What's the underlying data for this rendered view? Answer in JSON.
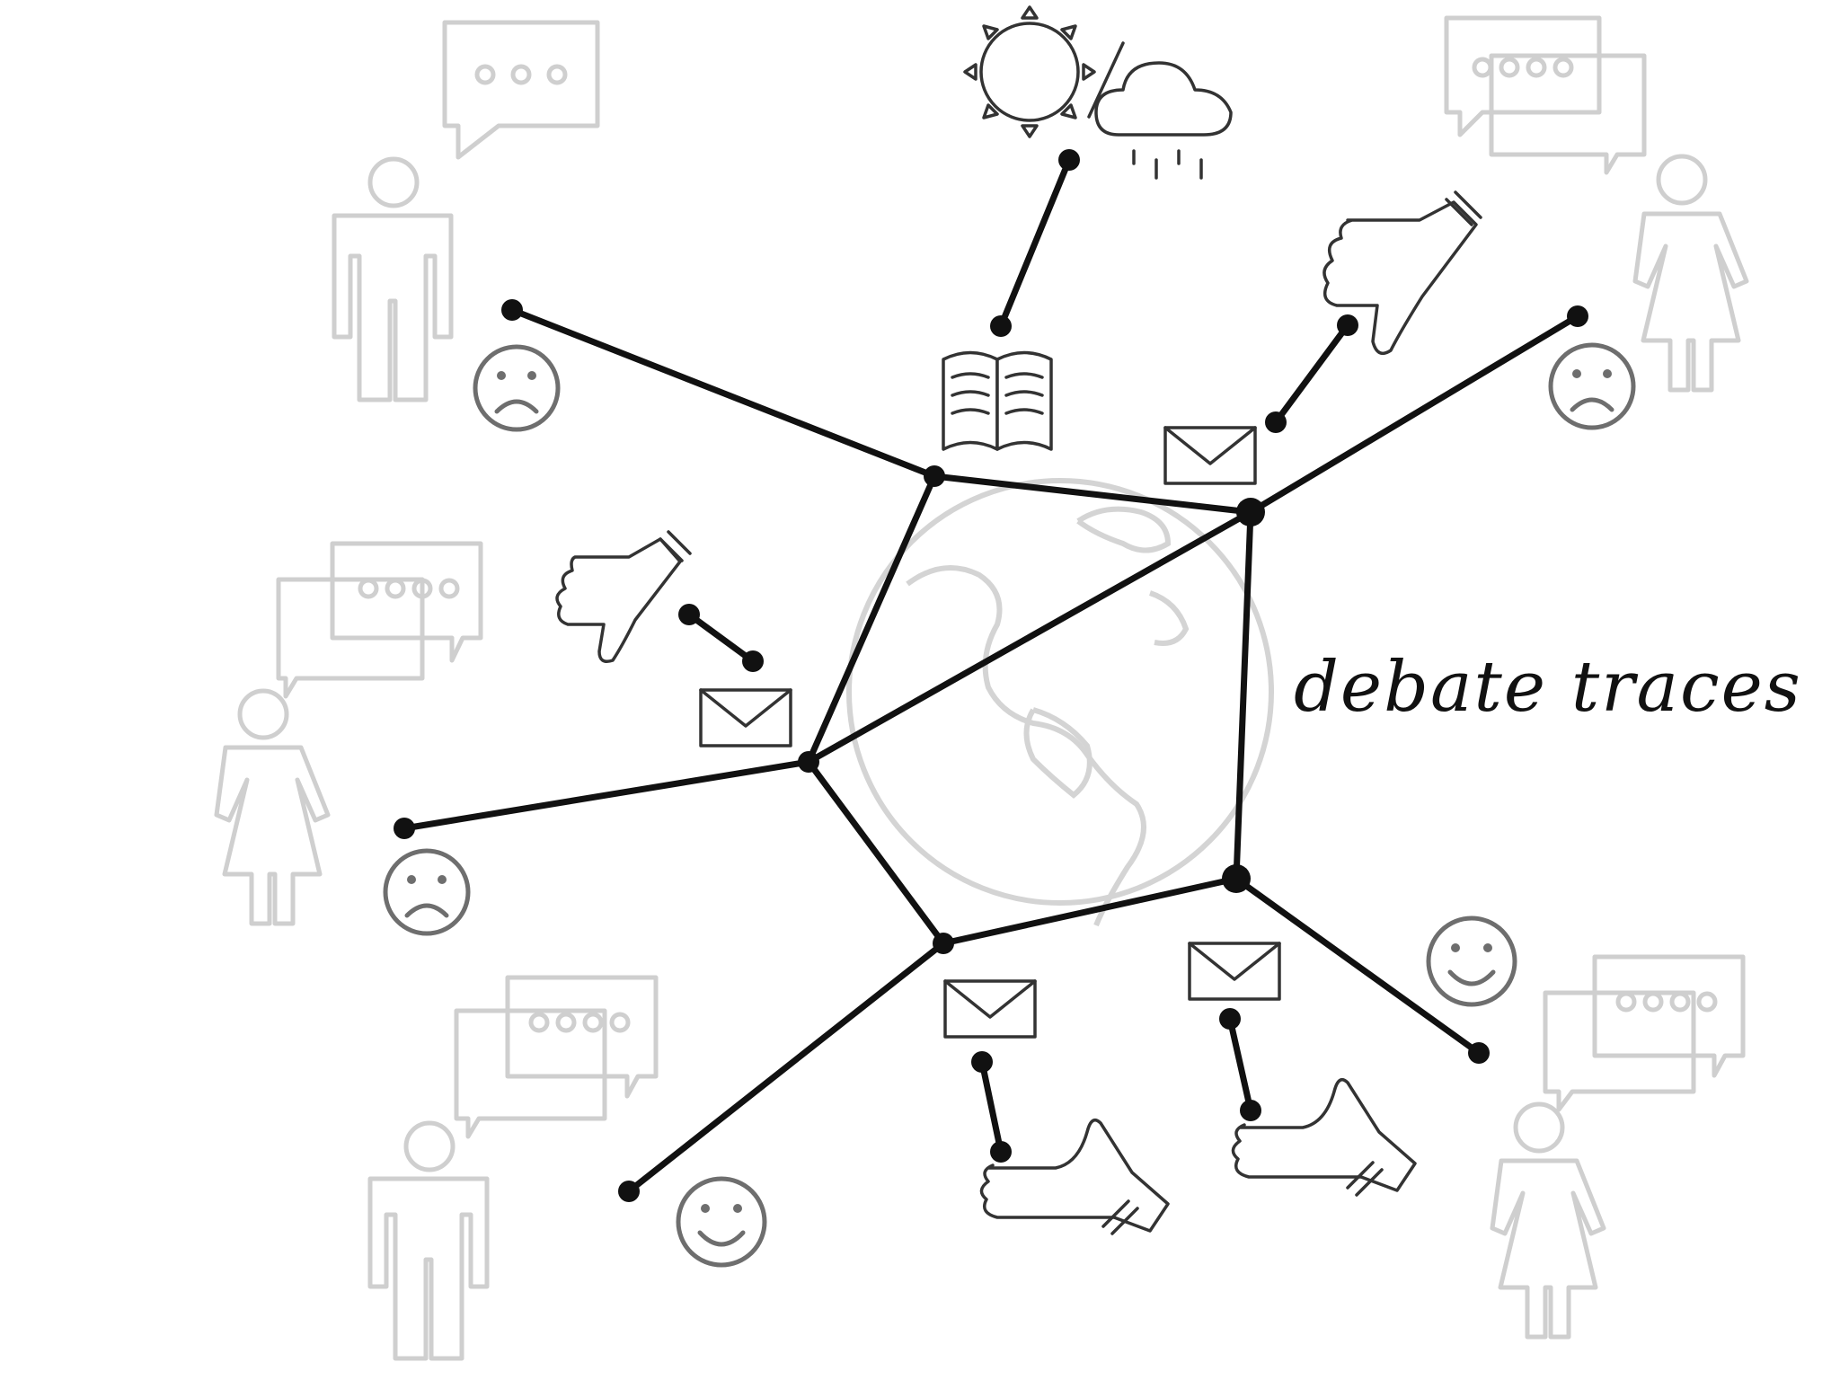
{
  "caption": "debate traces",
  "colors": {
    "edge": "#111111",
    "faint_figure": "#cfcfcf",
    "icon": "#333333",
    "smiley": "#6e6e6e"
  },
  "background_figures": [
    {
      "type": "man",
      "bubble": "three-dots"
    },
    {
      "type": "woman",
      "bubble": "four-dots-stacked"
    },
    {
      "type": "woman",
      "bubble": "four-dots-stacked"
    },
    {
      "type": "man",
      "bubble": "four-dots-stacked"
    },
    {
      "type": "woman",
      "bubble": "four-dots-stacked"
    }
  ],
  "icons": [
    "globe-icon",
    "book-icon",
    "sun-icon",
    "rain-cloud-icon",
    "envelope-icon",
    "thumbs-down-icon",
    "thumbs-up-icon",
    "sad-face-icon",
    "happy-face-icon"
  ]
}
